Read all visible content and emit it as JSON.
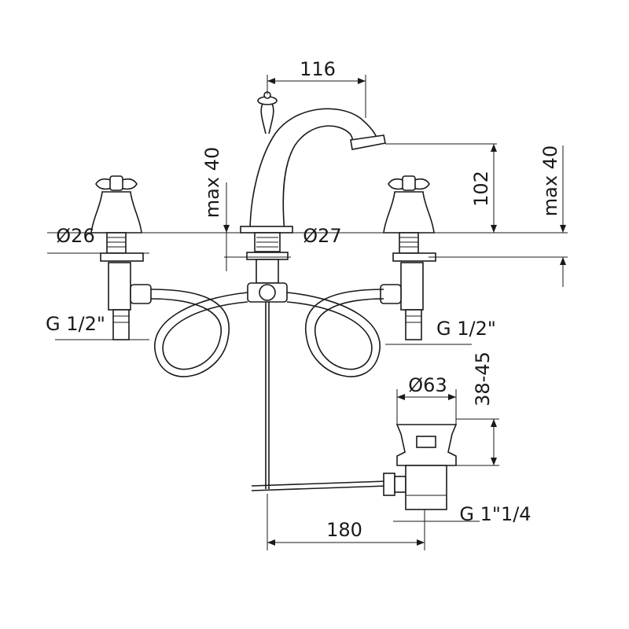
{
  "title": "Three-hole basin mixer technical drawing",
  "dimensions": {
    "spout_reach": "116",
    "left_max_height": "max 40",
    "left_diameter": "Ø26",
    "center_diameter": "Ø27",
    "spout_height": "102",
    "right_max_height": "max 40",
    "left_thread": "G 1/2\"",
    "right_thread": "G 1/2\"",
    "drain_diameter": "Ø63",
    "drain_range": "38-45",
    "drain_distance": "180",
    "drain_thread": "G 1\"1/4"
  },
  "colors": {
    "line": "#1a1a1a",
    "background": "#ffffff"
  }
}
